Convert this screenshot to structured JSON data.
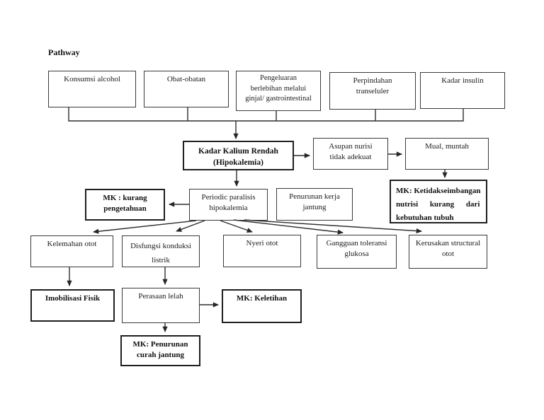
{
  "page": {
    "title": "Pathway"
  },
  "colors": {
    "background": "#ffffff",
    "box_border": "#3a3a3a",
    "bold_box_border": "#1f1f1f",
    "line": "#2e2e2e",
    "text": "#1b1b1b"
  },
  "nodes": [
    {
      "id": "konsumsi-alcohol",
      "bold": false,
      "lines": [
        "Konsumsi alcohol"
      ]
    },
    {
      "id": "obat-obatan",
      "bold": false,
      "lines": [
        "Obat-obatan"
      ]
    },
    {
      "id": "pengeluaran-berlebihan",
      "bold": false,
      "lines": [
        "Pengeluaran",
        "berlebihan melalui",
        "ginjal/ gastrointestinal"
      ]
    },
    {
      "id": "perpindahan-transeluler",
      "bold": false,
      "lines": [
        "Perpindahan",
        "transeluler"
      ]
    },
    {
      "id": "kadar-insulin",
      "bold": false,
      "lines": [
        "Kadar insulin"
      ]
    },
    {
      "id": "kadar-kalium-rendah",
      "bold": true,
      "lines": [
        "Kadar Kalium Rendah",
        "(Hipokalemia)"
      ]
    },
    {
      "id": "asupan-nurisi",
      "bold": false,
      "lines": [
        "Asupan nurisi",
        "tidak adekuat"
      ]
    },
    {
      "id": "mual-muntah",
      "bold": false,
      "lines": [
        "Mual, muntah"
      ]
    },
    {
      "id": "mk-ketidakseimbangan-nutrisi",
      "bold": true,
      "lines": [
        "MK: Ketidakseimbangan",
        "nutrisi kurang dari",
        "kebutuhan tubuh"
      ]
    },
    {
      "id": "mk-kurang-pengetahuan",
      "bold": true,
      "lines": [
        "MK : kurang",
        "pengetahuan"
      ]
    },
    {
      "id": "periodic-paralisis",
      "bold": false,
      "lines": [
        "Periodic paralisis",
        "hipokalemia"
      ]
    },
    {
      "id": "penurunan-kerja-jantung",
      "bold": false,
      "lines": [
        "Penurunan kerja",
        "jantung"
      ]
    },
    {
      "id": "kelemahan-otot",
      "bold": false,
      "lines": [
        "Kelemahan otot"
      ]
    },
    {
      "id": "disfungsi-konduksi-listrik",
      "bold": false,
      "lines": [
        "Disfungsi konduksi",
        "listrik"
      ]
    },
    {
      "id": "nyeri-otot",
      "bold": false,
      "lines": [
        "Nyeri otot"
      ]
    },
    {
      "id": "gangguan-toleransi-glukosa",
      "bold": false,
      "lines": [
        "Gangguan toleransi",
        "glukosa"
      ]
    },
    {
      "id": "kerusakan-structural-otot",
      "bold": false,
      "lines": [
        "Kerusakan structural",
        "otot"
      ]
    },
    {
      "id": "imobilisasi-fisik",
      "bold": true,
      "lines": [
        "Imobilisasi Fisik"
      ]
    },
    {
      "id": "perasaan-lelah",
      "bold": false,
      "lines": [
        "Perasaan lelah"
      ]
    },
    {
      "id": "mk-keletihan",
      "bold": true,
      "lines": [
        "MK: Keletihan"
      ]
    },
    {
      "id": "mk-penurunan-curah-jantung",
      "bold": true,
      "lines": [
        "MK: Penurunan",
        "curah jantung"
      ]
    }
  ],
  "edges": [
    {
      "from": "konsumsi-alcohol",
      "to": "kadar-kalium-rendah"
    },
    {
      "from": "obat-obatan",
      "to": "kadar-kalium-rendah"
    },
    {
      "from": "pengeluaran-berlebihan",
      "to": "kadar-kalium-rendah"
    },
    {
      "from": "perpindahan-transeluler",
      "to": "kadar-kalium-rendah"
    },
    {
      "from": "kadar-insulin",
      "to": "kadar-kalium-rendah"
    },
    {
      "from": "kadar-kalium-rendah",
      "to": "asupan-nurisi"
    },
    {
      "from": "asupan-nurisi",
      "to": "mual-muntah"
    },
    {
      "from": "mual-muntah",
      "to": "mk-ketidakseimbangan-nutrisi"
    },
    {
      "from": "kadar-kalium-rendah",
      "to": "periodic-paralisis"
    },
    {
      "from": "periodic-paralisis",
      "to": "mk-kurang-pengetahuan"
    },
    {
      "from": "periodic-paralisis",
      "to": "kelemahan-otot"
    },
    {
      "from": "periodic-paralisis",
      "to": "disfungsi-konduksi-listrik"
    },
    {
      "from": "periodic-paralisis",
      "to": "nyeri-otot"
    },
    {
      "from": "periodic-paralisis",
      "to": "gangguan-toleransi-glukosa"
    },
    {
      "from": "periodic-paralisis",
      "to": "kerusakan-structural-otot"
    },
    {
      "from": "kelemahan-otot",
      "to": "imobilisasi-fisik"
    },
    {
      "from": "disfungsi-konduksi-listrik",
      "to": "perasaan-lelah"
    },
    {
      "from": "perasaan-lelah",
      "to": "mk-keletihan"
    },
    {
      "from": "perasaan-lelah",
      "to": "mk-penurunan-curah-jantung"
    }
  ]
}
